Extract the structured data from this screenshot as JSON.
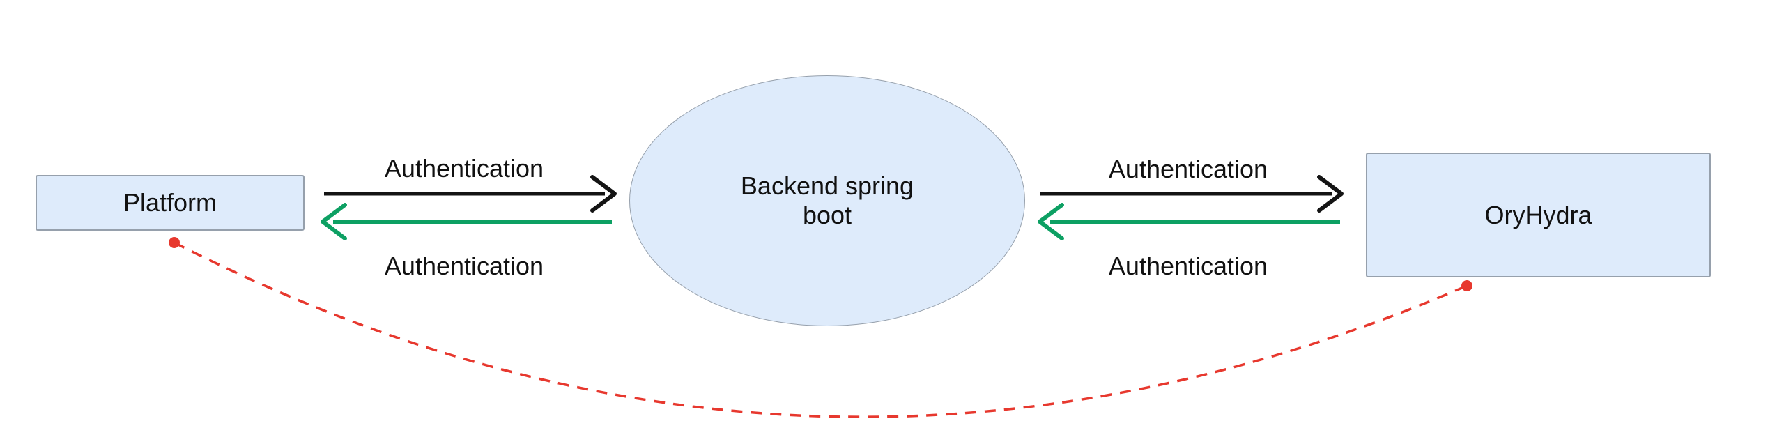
{
  "diagram": {
    "nodes": {
      "platform": {
        "label": "Platform",
        "shape": "rectangle"
      },
      "backend": {
        "label_line1": "Backend spring",
        "label_line2": "boot",
        "shape": "ellipse"
      },
      "oryhydra": {
        "label": "OryHydra",
        "shape": "rectangle"
      }
    },
    "edges": {
      "platform_to_backend": {
        "label": "Authentication",
        "direction": "right",
        "style": "solid"
      },
      "backend_to_platform": {
        "label": "Authentication",
        "direction": "left",
        "style": "solid"
      },
      "backend_to_oryhydra": {
        "label": "Authentication",
        "direction": "right",
        "style": "solid"
      },
      "oryhydra_to_backend": {
        "label": "Authentication",
        "direction": "left",
        "style": "solid"
      },
      "platform_to_oryhydra": {
        "label": "",
        "direction": "none",
        "style": "dashed"
      }
    }
  },
  "colors": {
    "node_fill": "#deebfb",
    "node_border": "#96a0ac",
    "arrow_forward": "#141414",
    "arrow_back": "#0da063",
    "dashed_link": "#e7382e",
    "text": "#111111"
  }
}
